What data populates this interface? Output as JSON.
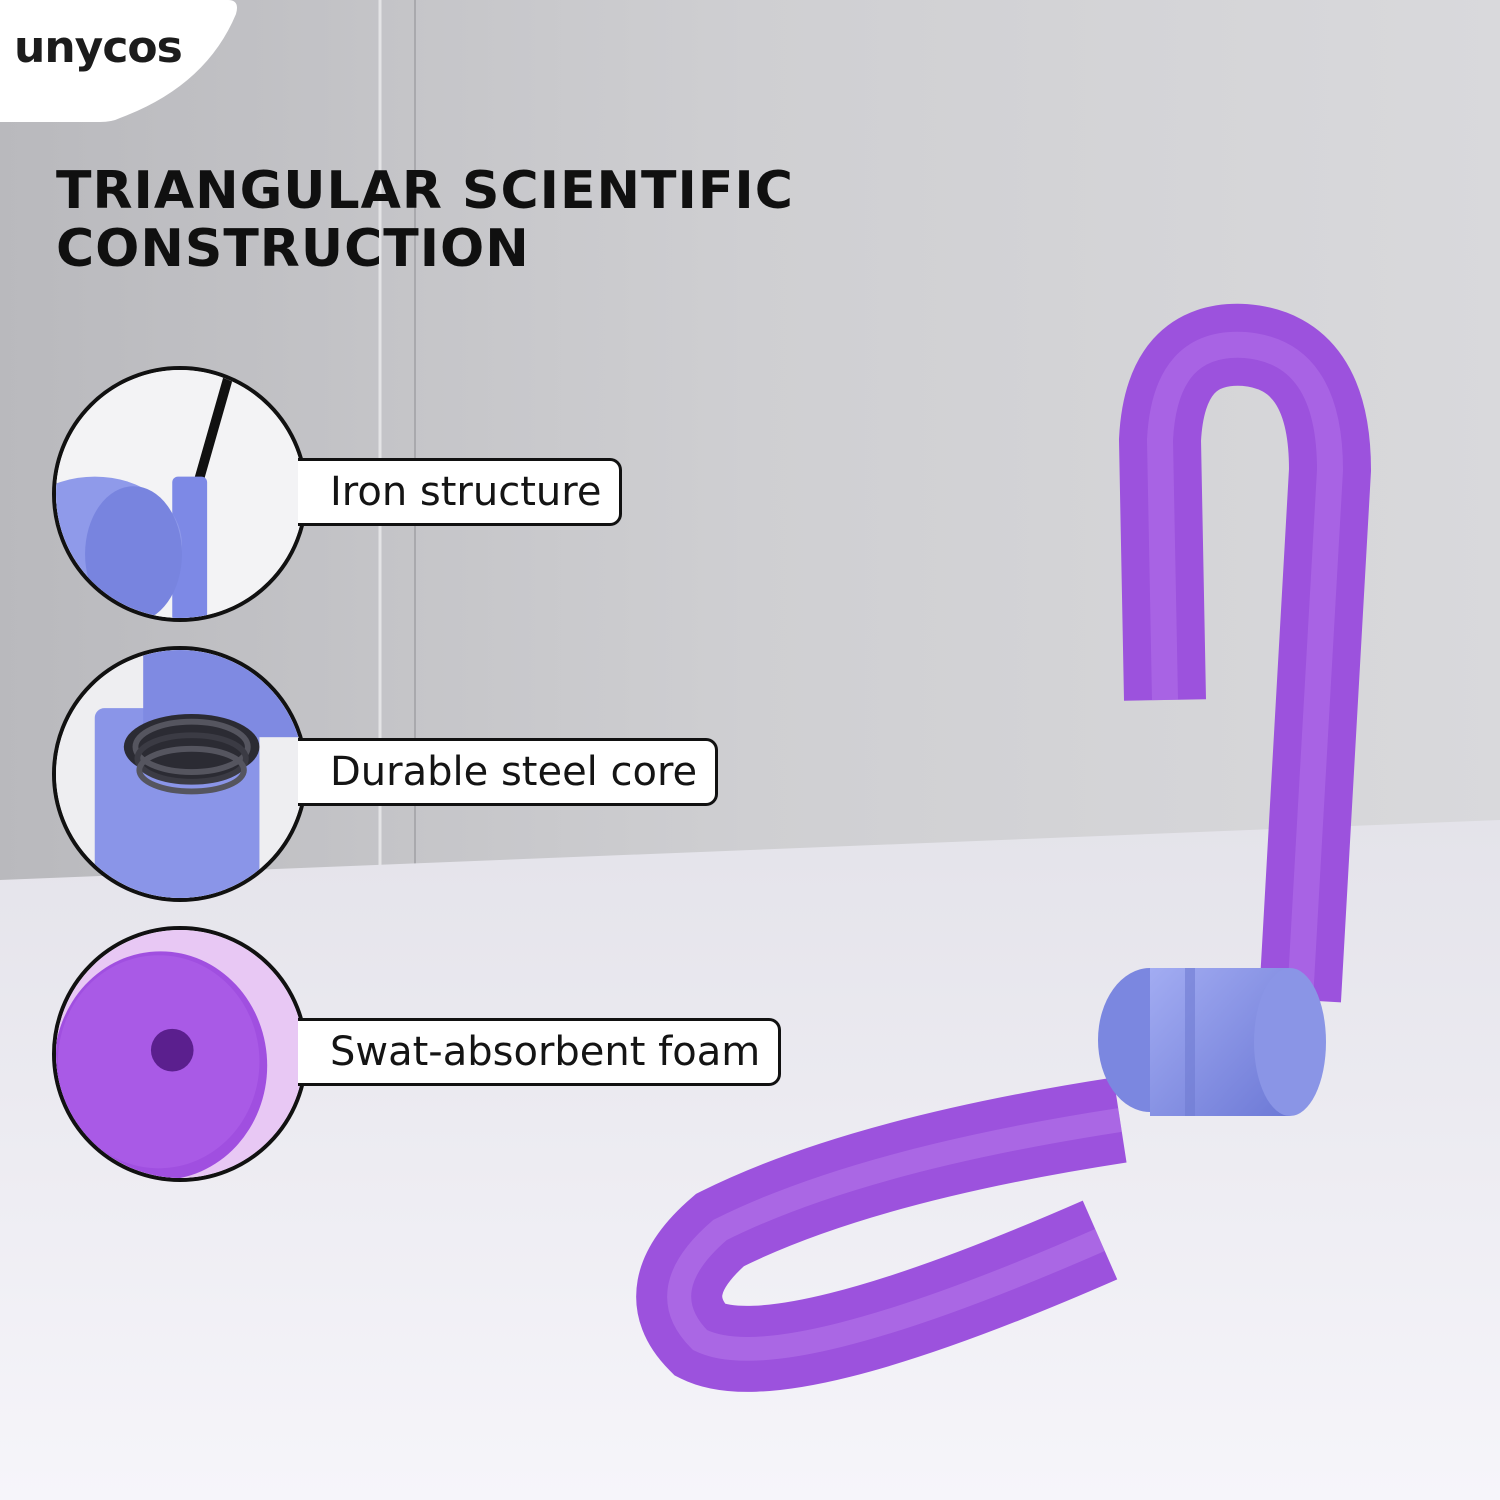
{
  "brand": {
    "name": "unycos"
  },
  "headline": {
    "line1": "TRIANGULAR SCIENTIFIC",
    "line2": "CONSTRUCTION"
  },
  "features": [
    {
      "label": "Iron structure",
      "icon": "iron-rod-closeup-icon"
    },
    {
      "label": "Durable steel core",
      "icon": "steel-spring-closeup-icon"
    },
    {
      "label": "Swat-absorbent foam",
      "icon": "foam-tube-closeup-icon"
    }
  ],
  "colors": {
    "foam_purple": "#a45be6",
    "joint_blue": "#8491e8",
    "wall_gray": "#c9c9cc",
    "table_white": "#ecebf1",
    "text_black": "#111111"
  }
}
